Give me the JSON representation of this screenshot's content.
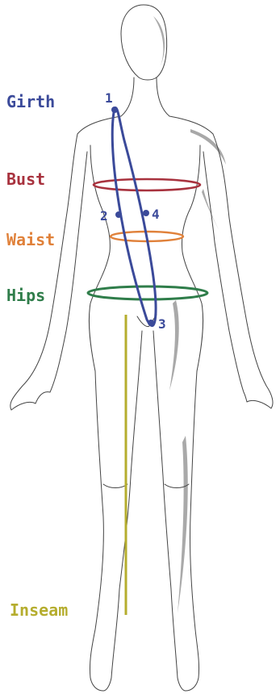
{
  "colors": {
    "girth": "#3b4a9a",
    "bust": "#a8323e",
    "waist": "#e0813a",
    "hips": "#2f7d4a",
    "inseam": "#b5ad2e",
    "outline": "#444444",
    "shadow": "#9a9a9a"
  },
  "labels": {
    "girth": "Girth",
    "bust": "Bust",
    "waist": "Waist",
    "hips": "Hips",
    "inseam": "Inseam"
  },
  "points": {
    "p1": "1",
    "p2": "2",
    "p3": "3",
    "p4": "4"
  }
}
